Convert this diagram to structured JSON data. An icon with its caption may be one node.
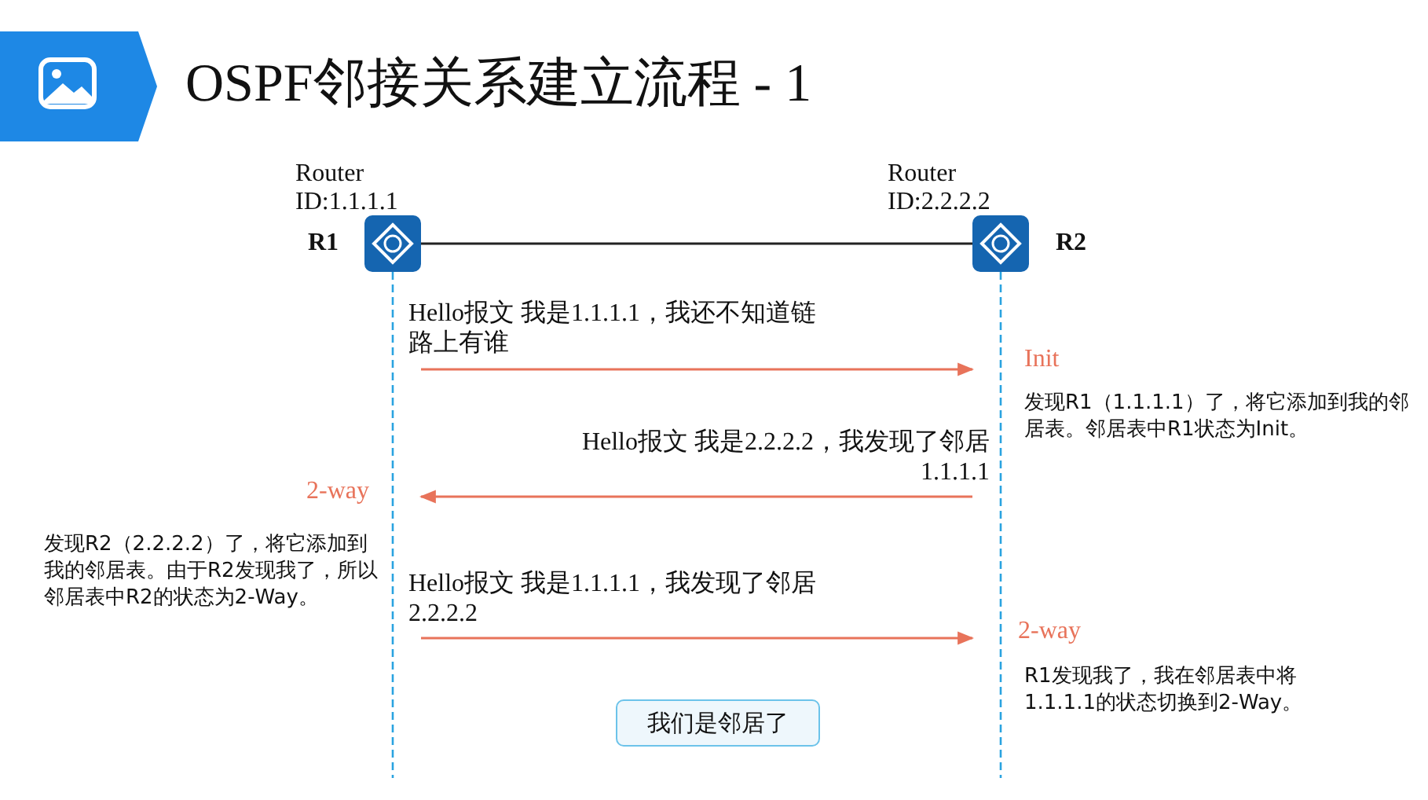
{
  "diagram": {
    "title": "OSPF邻接关系建立流程 - 1",
    "nodes": [
      {
        "text": [
          "Router ID:1.1.1.1",
          "R1"
        ]
      },
      {
        "text": [
          "Router ID:2.2.2.2",
          "R2"
        ]
      },
      {
        "text": [
          "我们是邻居了"
        ]
      }
    ],
    "edges": [
      {
        "from": 0,
        "to": 1,
        "arrow": "none",
        "color": "#222222"
      },
      {
        "from": 0,
        "to": 1,
        "arrow": "to",
        "label": "Hello报文 我是1.1.1.1，我还不知道链路上有谁",
        "color": "#e8735a"
      },
      {
        "from": 1,
        "to": 0,
        "arrow": "to",
        "label": "Hello报文 我是2.2.2.2，我发现了邻居1.1.1.1",
        "color": "#e8735a"
      },
      {
        "from": 0,
        "to": 1,
        "arrow": "to",
        "label": "Hello报文 我是1.1.1.1，我发现了邻居2.2.2.2",
        "color": "#e8735a"
      }
    ],
    "labels": [
      "Init",
      "发现R1（1.1.1.1）了，将它添加到我的邻居表。邻居表中R1状态为Init。",
      "2-way",
      "发现R2（2.2.2.2）了，将它添加到我的邻居表。由于R2发现我了，所以邻居表中R2的状态为2-Way。",
      "2-way",
      "R1发现我了，我在邻居表中将1.1.1.1的状态切换到2-Way。"
    ]
  }
}
